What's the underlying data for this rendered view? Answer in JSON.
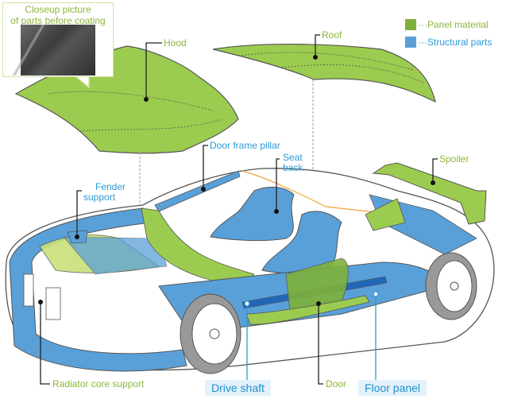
{
  "colors": {
    "panel": "#9ccc4f",
    "structural": "#5aa0d8",
    "deep_blue": "#2266b8",
    "label_green": "#8cb63c",
    "label_blue": "#2b9bd6",
    "outline": "#555555",
    "orange": "#f2a33a"
  },
  "closeup": {
    "title_line1": "Closeup picture",
    "title_line2": "of parts before coating"
  },
  "legend": [
    {
      "label": "Panel material",
      "color": "#7fb13a"
    },
    {
      "label": "Structural parts",
      "color": "#5aa0d8"
    }
  ],
  "labels": {
    "hood": "Hood",
    "roof": "Roof",
    "door_frame_pillar": "Door frame pillar",
    "seat_back_line1": "Seat",
    "seat_back_line2": "back",
    "spoiler": "Spoiler",
    "fender_support_line1": "Fender",
    "fender_support_line2": "support",
    "radiator_core_support": "Radiator core support",
    "drive_shaft": "Drive shaft",
    "door": "Door",
    "floor_panel": "Floor panel"
  }
}
